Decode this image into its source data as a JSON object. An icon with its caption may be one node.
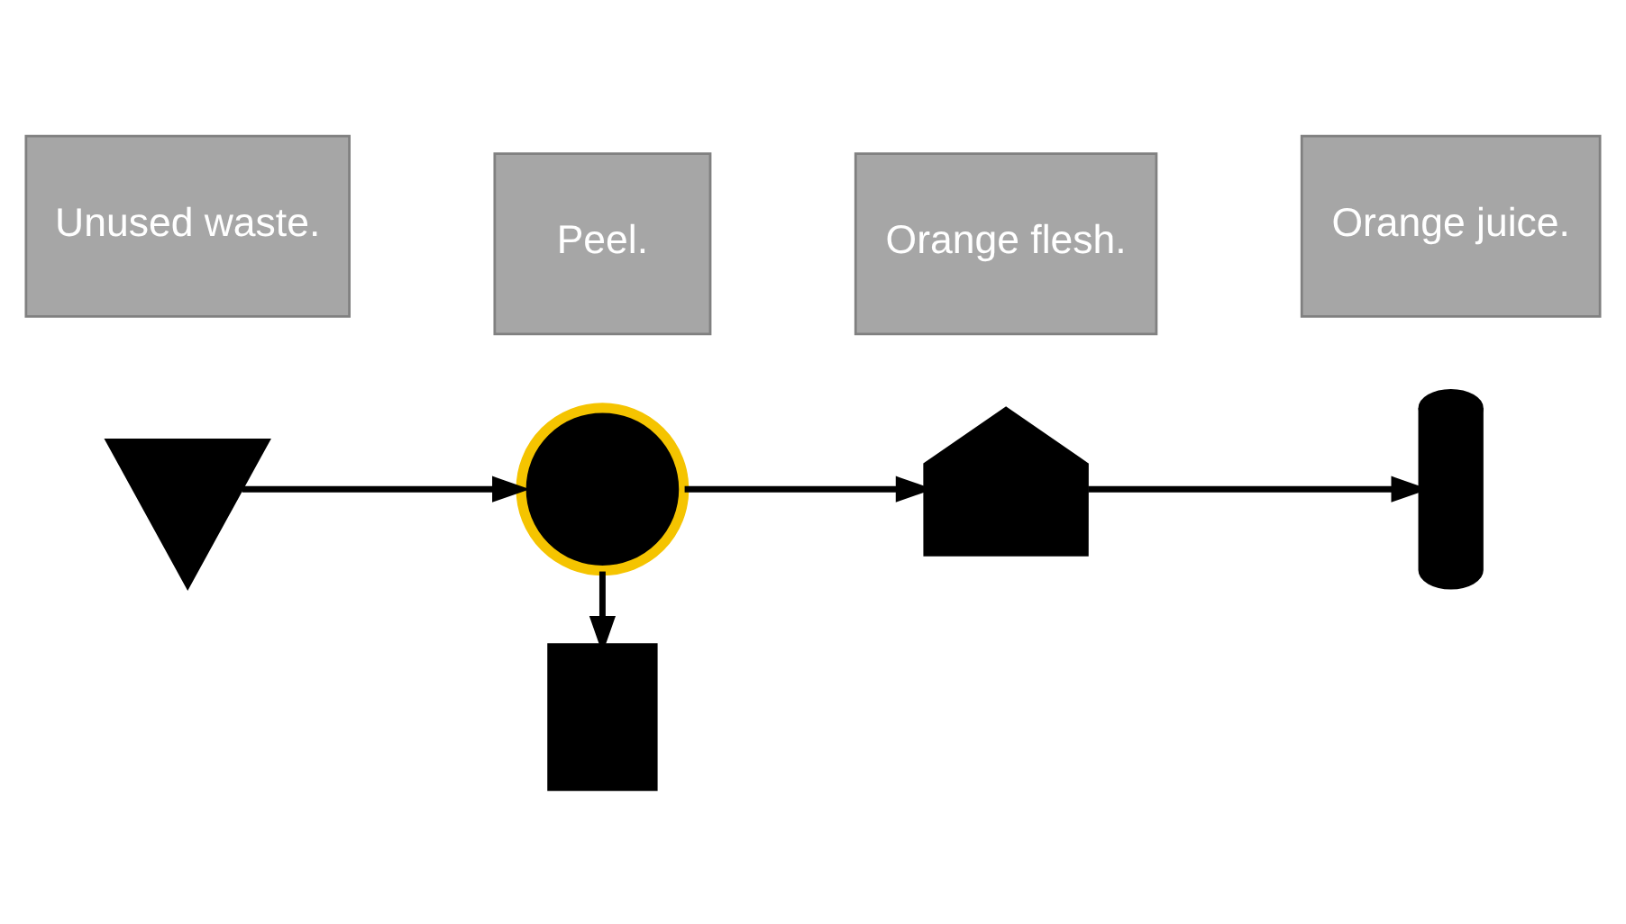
{
  "diagram": {
    "nodes": [
      {
        "text": [],
        "shape": "tree"
      },
      {
        "text": [],
        "shape": "circle"
      },
      {
        "text": [],
        "shape": "factory"
      },
      {
        "text": [],
        "shape": "bottle"
      },
      {
        "text": [],
        "shape": "bin"
      },
      {
        "text": [
          "Orange flesh."
        ]
      },
      {
        "text": [
          "Peel."
        ]
      },
      {
        "text": [
          "Orange juice."
        ]
      },
      {
        "text": [
          "Unused waste."
        ]
      }
    ],
    "edges": [
      {
        "from": 0,
        "to": 1,
        "arrow": "to"
      },
      {
        "from": 1,
        "to": 2,
        "arrow": "to"
      },
      {
        "from": 2,
        "to": 3,
        "arrow": "to"
      },
      {
        "from": 1,
        "to": 4,
        "arrow": "to"
      }
    ]
  }
}
